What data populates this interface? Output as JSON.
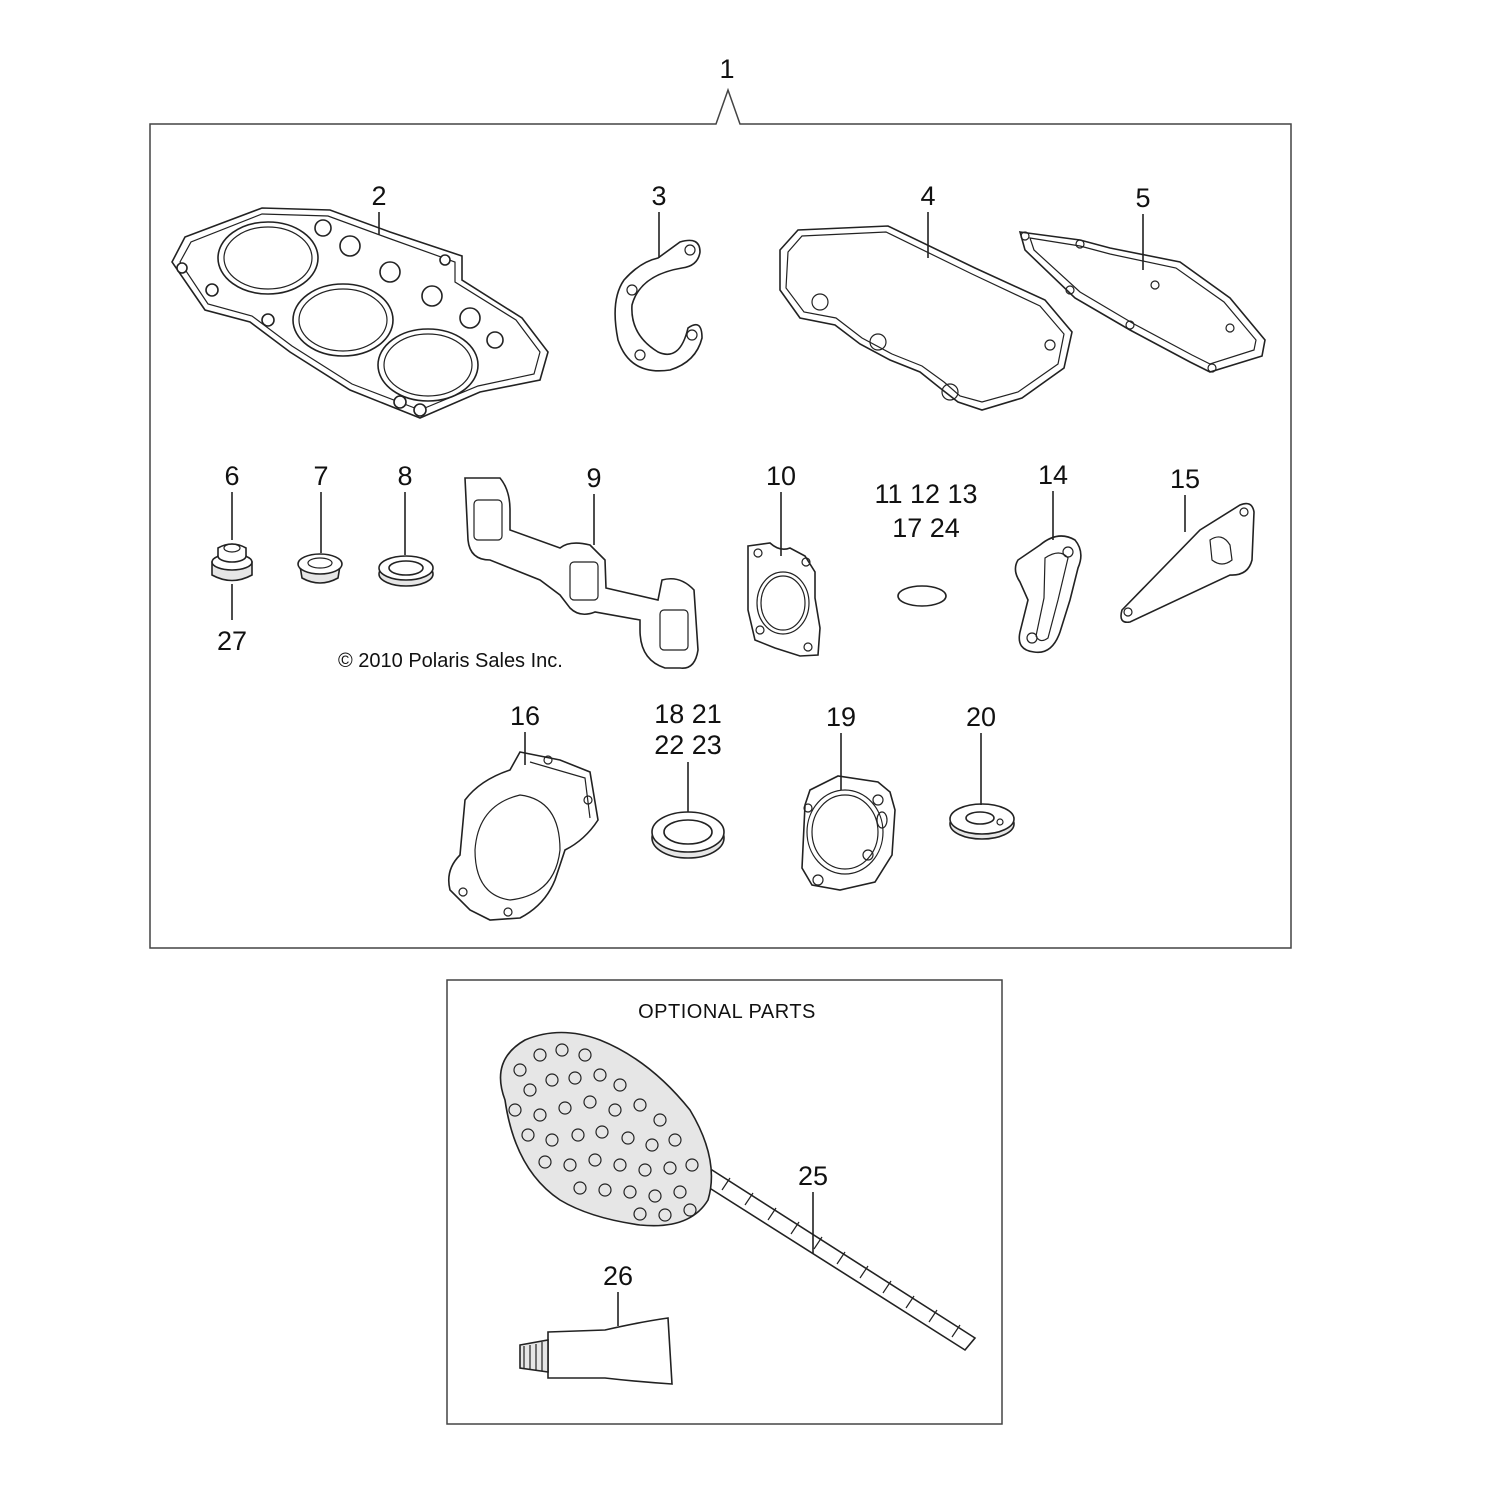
{
  "diagram": {
    "copyright": "© 2010 Polaris Sales Inc.",
    "optional_caption": "OPTIONAL PARTS",
    "labels": {
      "l1": "1",
      "l2": "2",
      "l3": "3",
      "l4": "4",
      "l5": "5",
      "l6": "6",
      "l7": "7",
      "l8": "8",
      "l9": "9",
      "l10": "10",
      "l11_12_13": "11 12 13",
      "l17_24": "17 24",
      "l14": "14",
      "l15": "15",
      "l16": "16",
      "l18_21": "18 21",
      "l22_23": "22 23",
      "l19": "19",
      "l20": "20",
      "l25": "25",
      "l26": "26",
      "l27": "27"
    },
    "colors": {
      "line": "#222222",
      "frame": "#444444",
      "background": "#ffffff"
    }
  }
}
